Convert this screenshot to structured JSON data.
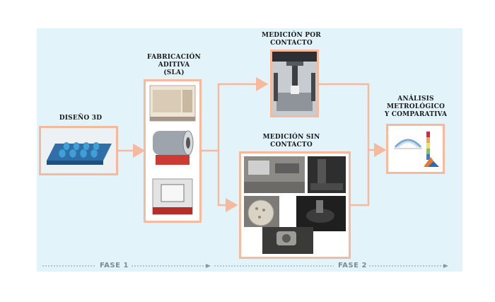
{
  "stages": {
    "design": "DISEÑO 3D",
    "additive": "FABRICACIÓN\nADITIVA\n(SLA)",
    "contact": "MEDICIÓN POR\nCONTACTO",
    "noncontact": "MEDICIÓN SIN\nCONTACTO",
    "analysis": "ANÁLISIS\nMETROLÓGICO\nY COMPARATIVA"
  },
  "phases": {
    "phase1": "FASE 1",
    "phase2": "FASE 2"
  },
  "colors": {
    "panel": "#e3f3fa",
    "frame": "#f6b99d",
    "arrow": "#f6b99d",
    "phase_line": "#8a9aa3"
  }
}
